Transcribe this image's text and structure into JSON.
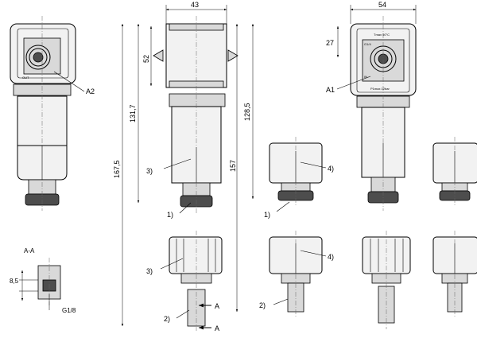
{
  "dimensions": {
    "width_front": "43",
    "width_right": "54",
    "height_upper": "52",
    "height_right_upper": "27",
    "height_side": "131,7",
    "height_mid": "128,5",
    "height_full": "167,5",
    "height_157": "157",
    "thread_depth": "8,5",
    "thread_size": "G1/8"
  },
  "callouts": {
    "a1": "A1",
    "a2": "A2",
    "c1_left": "1)",
    "c1_right": "1)",
    "c2_left": "2)",
    "c2_right": "2)",
    "c3_upper": "3)",
    "c3_lower": "3)",
    "c4_upper": "4)",
    "c4_lower": "4)"
  },
  "section": {
    "label": "A-A",
    "cut_top": "A",
    "cut_bottom": "A"
  },
  "port_labels": {
    "out": "OUT",
    "in": "IN",
    "g": "G1/4",
    "temp": "Tmax 50°C",
    "pmax": "P1max 12bar"
  }
}
